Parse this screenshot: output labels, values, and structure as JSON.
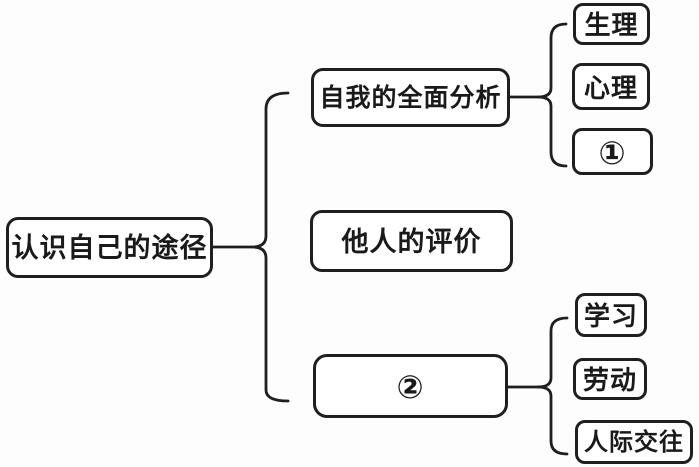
{
  "diagram": {
    "title_hint": "ways-to-know-yourself-tree",
    "colors": {
      "line": "#1f1f1f",
      "box_border": "#1f1f1f",
      "box_fill": "#ffffff",
      "background": "#fdfdfd",
      "text": "#1a1a1a"
    },
    "root": {
      "label": "认识自己的途径"
    },
    "branches": [
      {
        "label": "自我的全面分析",
        "children": [
          {
            "label": "生理"
          },
          {
            "label": "心理"
          },
          {
            "label": "①"
          }
        ]
      },
      {
        "label": "他人的评价",
        "children": []
      },
      {
        "label": "②",
        "children": [
          {
            "label": "学习"
          },
          {
            "label": "劳动"
          },
          {
            "label": "人际交往"
          }
        ]
      }
    ]
  }
}
